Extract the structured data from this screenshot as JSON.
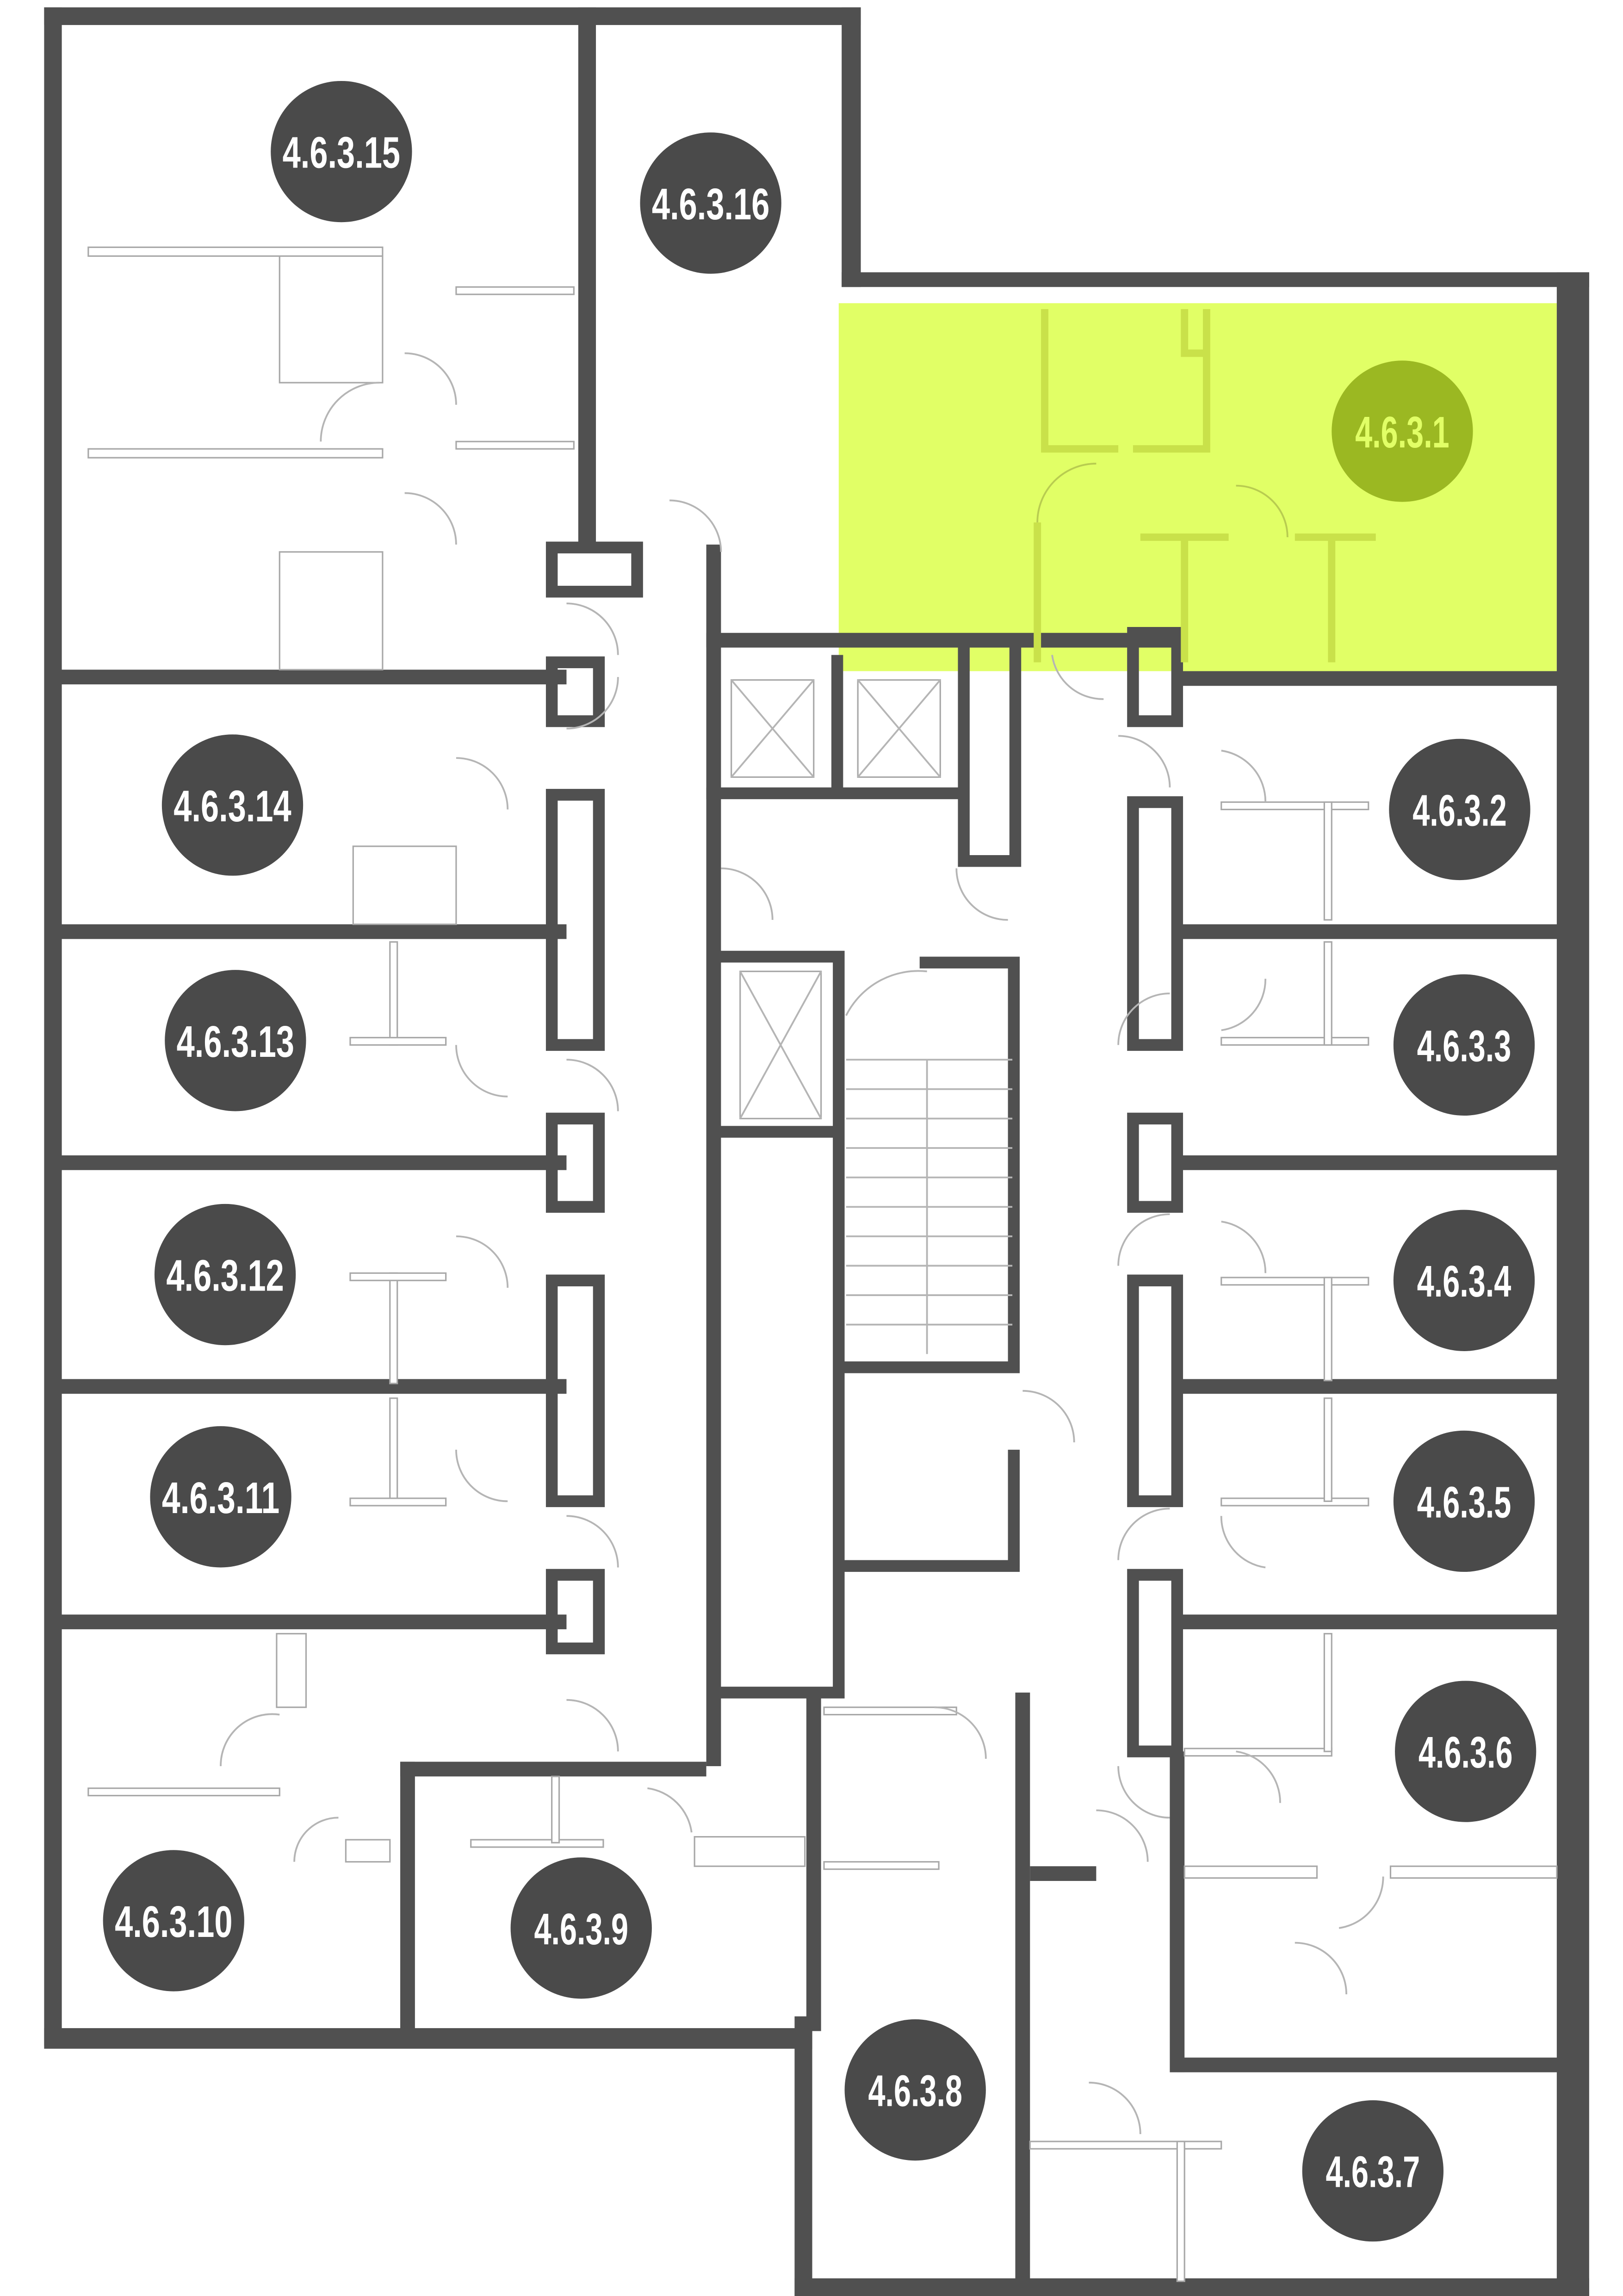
{
  "plan": {
    "colors": {
      "wall": "#505050",
      "badge": "#4a4a4a",
      "badge_text": "#ffffff",
      "highlight_fill": "#e1ff66",
      "highlight_badge": "#9bb822",
      "highlight_text": "#e1ff66"
    },
    "units": [
      {
        "label": "4.6.3.15",
        "highlighted": false
      },
      {
        "label": "4.6.3.16",
        "highlighted": false
      },
      {
        "label": "4.6.3.1",
        "highlighted": true
      },
      {
        "label": "4.6.3.14",
        "highlighted": false
      },
      {
        "label": "4.6.3.2",
        "highlighted": false
      },
      {
        "label": "4.6.3.13",
        "highlighted": false
      },
      {
        "label": "4.6.3.3",
        "highlighted": false
      },
      {
        "label": "4.6.3.12",
        "highlighted": false
      },
      {
        "label": "4.6.3.4",
        "highlighted": false
      },
      {
        "label": "4.6.3.11",
        "highlighted": false
      },
      {
        "label": "4.6.3.5",
        "highlighted": false
      },
      {
        "label": "4.6.3.6",
        "highlighted": false
      },
      {
        "label": "4.6.3.10",
        "highlighted": false
      },
      {
        "label": "4.6.3.9",
        "highlighted": false
      },
      {
        "label": "4.6.3.8",
        "highlighted": false
      },
      {
        "label": "4.6.3.7",
        "highlighted": false
      }
    ]
  }
}
